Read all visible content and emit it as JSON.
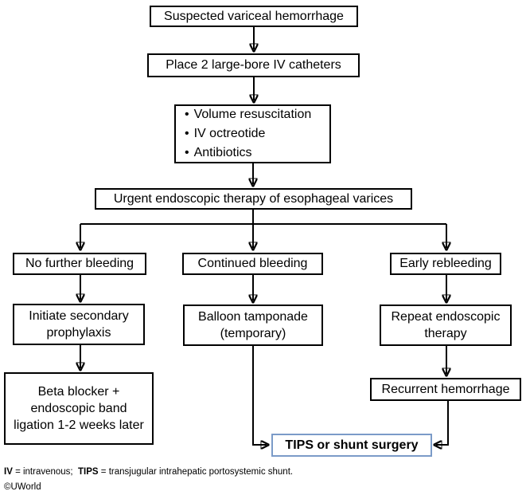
{
  "diagram": {
    "nodes": {
      "suspected": "Suspected variceal hemorrhage",
      "catheters": "Place 2 large-bore IV catheters",
      "resuscitation_items": [
        "Volume resuscitation",
        "IV octreotide",
        "Antibiotics"
      ],
      "urgent": "Urgent endoscopic therapy of esophageal varices",
      "no_further_bleeding": "No further bleeding",
      "continued_bleeding": "Continued bleeding",
      "early_rebleeding": "Early rebleeding",
      "secondary_prophylaxis": "Initiate secondary prophylaxis",
      "balloon_tamponade": "Balloon tamponade (temporary)",
      "repeat_endoscopic": "Repeat endoscopic therapy",
      "beta_blocker": "Beta blocker + endoscopic band ligation 1-2 weeks later",
      "recurrent_hemorrhage": "Recurrent hemorrhage",
      "tips": "TIPS or shunt surgery"
    },
    "glyphs": {
      "bullet": "•"
    },
    "footnote": {
      "abbr_iv": "IV",
      "def_iv": " = intravenous;  ",
      "abbr_tips": "TIPS",
      "def_tips": " = transjugular intrahepatic portosystemic shunt."
    },
    "copyright": "©UWorld",
    "colors": {
      "line": "#000000",
      "box-border": "#000000",
      "tips-border": "#7b9bc8",
      "text": "#000000",
      "background": "#ffffff"
    }
  }
}
